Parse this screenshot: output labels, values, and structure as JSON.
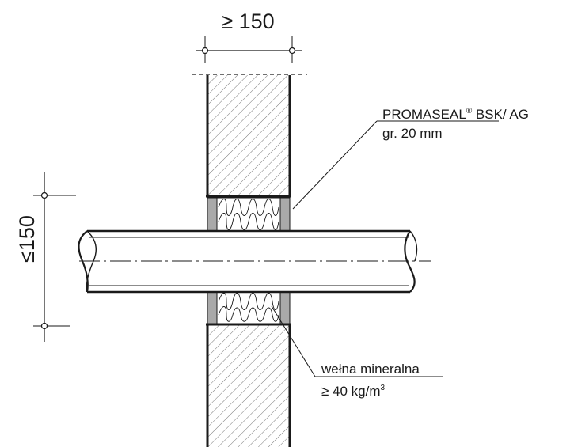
{
  "dimensions": {
    "wall_thickness": "≥ 150",
    "pipe_spacing": "≤150"
  },
  "callouts": {
    "sealant": {
      "name": "PROMASEAL",
      "reg_mark": "®",
      "product": " BSK/ AG",
      "thickness": "gr. 20 mm"
    },
    "insulation": {
      "material": "wełna mineralna",
      "density_prefix": "≥ 40 kg/m",
      "density_exp": "3"
    }
  },
  "colors": {
    "line": "#1a1a1a",
    "sealant_fill": "#a9a9a9",
    "wall_fill": "#ffffff"
  }
}
